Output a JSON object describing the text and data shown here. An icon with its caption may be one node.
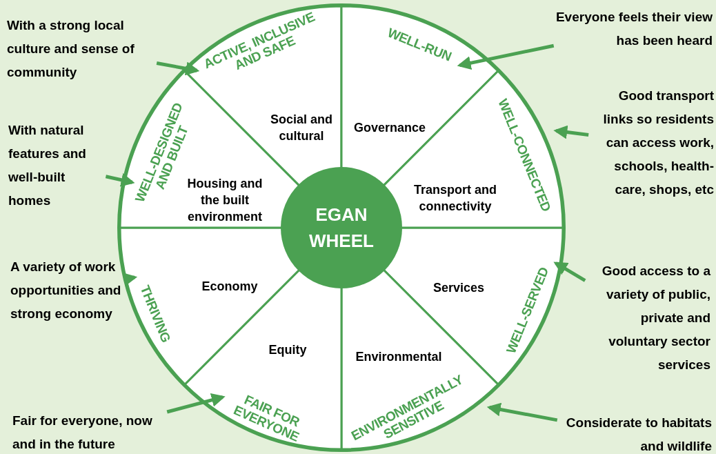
{
  "diagram": {
    "nodes": [
      {
        "text": [],
        "shape": "circle"
      },
      {
        "text": [
          "EGAN WHEEL"
        ],
        "in": 0
      },
      {
        "text": [
          "Social and cultural"
        ],
        "in": 0
      },
      {
        "text": [
          "Governance"
        ],
        "in": 0
      },
      {
        "text": [
          "Transport and connectivity"
        ],
        "in": 0
      },
      {
        "text": [
          "Services"
        ],
        "in": 0
      },
      {
        "text": [
          "Environmental"
        ],
        "in": 0
      },
      {
        "text": [
          "Equity"
        ],
        "in": 0
      },
      {
        "text": [
          "Economy"
        ],
        "in": 0
      },
      {
        "text": [
          "Housing and the built environment"
        ],
        "in": 0
      },
      {
        "text": [
          "ACTIVE, INCLUSIVE AND SAFE"
        ],
        "in": 0
      },
      {
        "text": [
          "WELL-RUN"
        ],
        "in": 0
      },
      {
        "text": [
          "WELL-CONNECTED"
        ],
        "in": 0
      },
      {
        "text": [
          "WELL-SERVED"
        ],
        "in": 0
      },
      {
        "text": [
          "ENVIRONMENTALLY SENSITIVE"
        ],
        "in": 0
      },
      {
        "text": [
          "FAIR FOR EVERYONE"
        ],
        "in": 0
      },
      {
        "text": [
          "THRIVING"
        ],
        "in": 0
      },
      {
        "text": [
          "WELL-DESIGNED AND BUILT"
        ],
        "in": 0
      },
      {
        "text": [
          "With a strong local culture and sense of community"
        ]
      },
      {
        "text": [
          "Everyone feels their view has been heard"
        ]
      },
      {
        "text": [
          "With natural features and well-built homes"
        ]
      },
      {
        "text": [
          "Good transport links so residents can access work, schools, health-care, shops, etc"
        ]
      },
      {
        "text": [
          "A variety of work opportunities and strong economy"
        ]
      },
      {
        "text": [
          "Good access to a variety of public, private and voluntary sector services"
        ]
      },
      {
        "text": [
          "Fair for everyone, now and in the future"
        ]
      },
      {
        "text": [
          "Considerate to habitats and wildlife"
        ]
      }
    ],
    "edges": [
      {
        "from": 18,
        "to": 10,
        "arrow": "to"
      },
      {
        "from": 19,
        "to": 11,
        "arrow": "to"
      },
      {
        "from": 20,
        "to": 17,
        "arrow": "to"
      },
      {
        "from": 21,
        "to": 12,
        "arrow": "to"
      },
      {
        "from": 22,
        "to": 16,
        "arrow": "to"
      },
      {
        "from": 23,
        "to": 13,
        "arrow": "to"
      },
      {
        "from": 24,
        "to": 15,
        "arrow": "to"
      },
      {
        "from": 25,
        "to": 14,
        "arrow": "to"
      }
    ]
  }
}
